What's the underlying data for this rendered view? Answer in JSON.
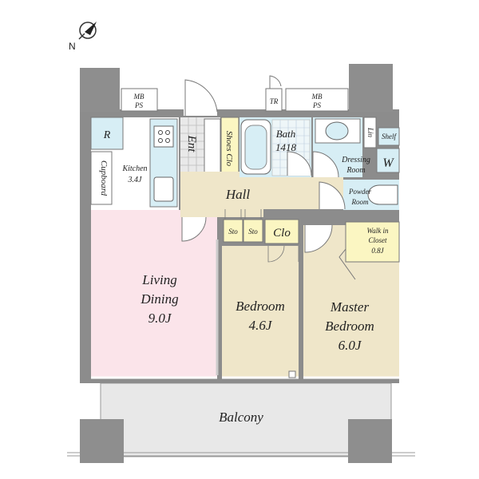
{
  "compass": {
    "letter": "N"
  },
  "labels": {
    "mbps_left_1": "MB",
    "mbps_left_2": "PS",
    "tr": "TR",
    "mbps_right_1": "MB",
    "mbps_right_2": "PS",
    "fridge": "R",
    "cupboard": "Cupboard",
    "kitchen_1": "Kitchen",
    "kitchen_2": "3.4J",
    "entrance": "Ent",
    "shoes_clo": "Shoes Clo",
    "bath_1": "Bath",
    "bath_2": "1418",
    "lin": "Lin",
    "shelf": "Shelf",
    "dressing_1": "Dressing",
    "dressing_2": "Room",
    "washer": "W",
    "powder_1": "Powder",
    "powder_2": "Room",
    "hall": "Hall",
    "sto_1": "Sto",
    "sto_2": "Sto",
    "clo": "Clo",
    "wic_1": "Walk in",
    "wic_2": "Closet",
    "wic_3": "0.8J",
    "living_1": "Living",
    "living_2": "Dining",
    "living_3": "9.0J",
    "bedroom_1": "Bedroom",
    "bedroom_2": "4.6J",
    "master_1": "Master",
    "master_2": "Bedroom",
    "master_3": "6.0J",
    "balcony": "Balcony"
  },
  "colors": {
    "wall": "#8c8c8c",
    "living": "#fbe4ea",
    "bedroom": "#efe6c9",
    "hall": "#efe6c9",
    "wet": "#d7eef5",
    "storage": "#fbf6c2",
    "balcony": "#e8e8e8",
    "pillar": "#8e8e8e"
  }
}
